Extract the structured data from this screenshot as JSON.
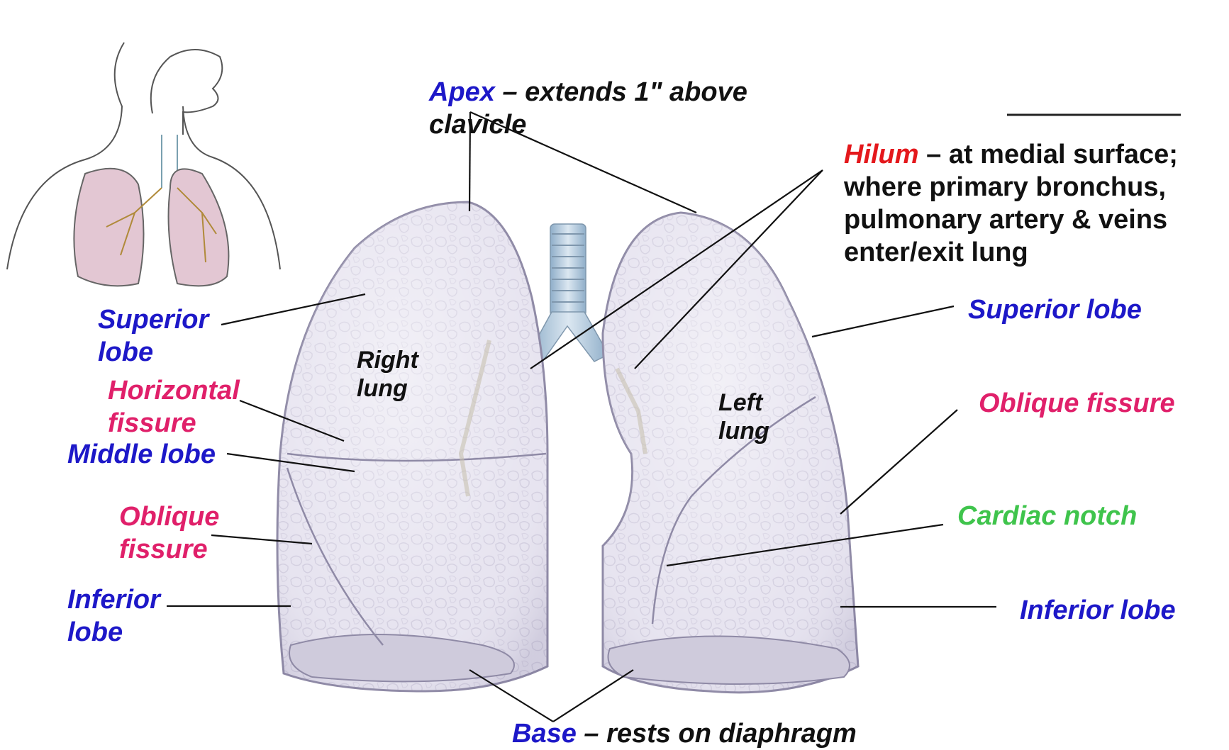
{
  "labels": {
    "apex": {
      "term": "Apex",
      "sep": " – ",
      "desc_line1": "extends 1\" above",
      "desc_line2": "clavicle"
    },
    "hilum": {
      "term": "Hilum",
      "sep": " – ",
      "desc_line1": "at medial surface;",
      "desc_line2": "where primary bronchus,",
      "desc_line3": "pulmonary artery & veins",
      "desc_line4": "enter/exit lung"
    },
    "right_superior_lobe": {
      "line1": "Superior",
      "line2": "lobe"
    },
    "horizontal_fissure": {
      "line1": "Horizontal",
      "line2": "fissure"
    },
    "middle_lobe": "Middle lobe",
    "right_oblique_fissure": {
      "line1": "Oblique",
      "line2": "fissure"
    },
    "right_inferior_lobe": {
      "line1": "Inferior",
      "line2": "lobe"
    },
    "left_superior_lobe": "Superior lobe",
    "left_oblique_fissure": "Oblique fissure",
    "cardiac_notch": "Cardiac notch",
    "left_inferior_lobe": "Inferior lobe",
    "base": {
      "term": "Base",
      "sep": " – ",
      "desc": "rests on diaphragm"
    },
    "right_lung": {
      "line1": "Right",
      "line2": "lung"
    },
    "left_lung": {
      "line1": "Left",
      "line2": "lung"
    }
  },
  "colors": {
    "structure_term": "#1d18c8",
    "fissure_term": "#e0206a",
    "hilum_term": "#e4181c",
    "cardiac_notch": "#3fc44c",
    "lung_fill": "#e6e3ef",
    "lung_outline": "#8f8aa6",
    "trachea": "#b9cbe0"
  },
  "icons": [
    "torso-lungs-illustration",
    "right-lung-illustration",
    "left-lung-illustration",
    "trachea-illustration"
  ]
}
